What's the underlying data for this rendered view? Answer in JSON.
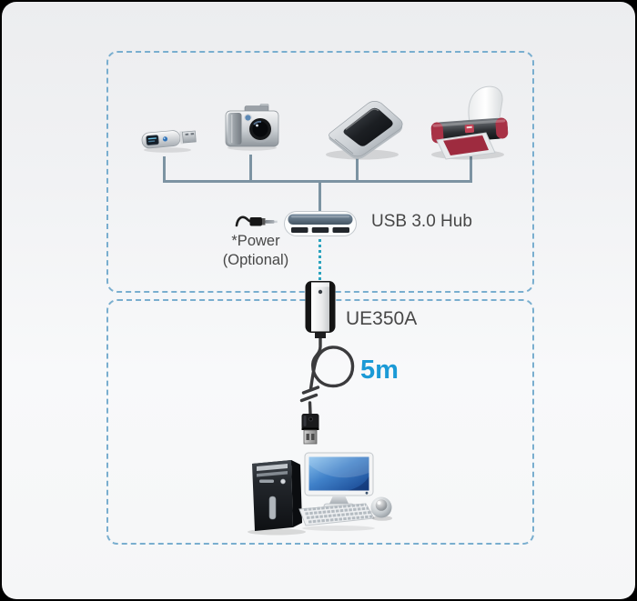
{
  "diagram": {
    "type": "connection-diagram",
    "zones": {
      "peripherals": {
        "devices": [
          {
            "icon": "usb-flash-drive-icon"
          },
          {
            "icon": "digital-camera-icon"
          },
          {
            "icon": "flatbed-scanner-icon"
          },
          {
            "icon": "photo-printer-icon"
          }
        ],
        "hub": {
          "icon": "usb-hub-icon",
          "label": "USB 3.0 Hub"
        },
        "power_note": {
          "icon": "power-plug-icon",
          "line1": "*Power",
          "line2": "(Optional)"
        }
      },
      "computer": {
        "extender": {
          "icon": "usb-extender-icon",
          "label": "UE350A"
        },
        "cable": {
          "icon": "usb-cable-icon",
          "length_label": "5m"
        },
        "workstation": {
          "icon": "desktop-computer-icon"
        }
      }
    },
    "colors": {
      "zone_border": "#79aecf",
      "connector_line": "#7c93a2",
      "dotted_link": "#2aa3be",
      "cable_length_text": "#1b9ad6",
      "label_text": "#474747",
      "printer_accent": "#a83246",
      "monitor_screen_blue": "#16448f"
    }
  }
}
